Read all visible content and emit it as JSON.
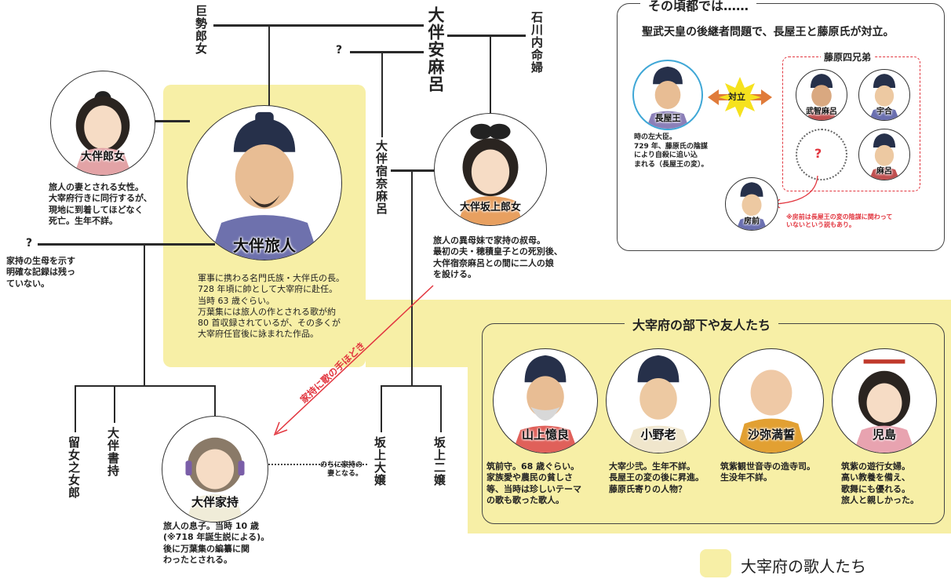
{
  "center": {
    "name": "大伴安麻呂"
  },
  "relatives": {
    "kose_wife": "巨勢郎女",
    "ishikawa": "石川内命婦",
    "unknown_left": "?",
    "unknown_top": "?",
    "unknown_mother": "?",
    "sukunamaro": "大伴宿奈麻呂",
    "rume": "留女之女郎",
    "kakimochi": "大伴書持",
    "ooiratsume": "坂上大嬢",
    "nino": "坂上二嬢",
    "marriage_note": "のちに家持の\n妻となる。"
  },
  "mother_note": "家持の生母を示す\n明確な記録は残っ\nていない。",
  "people": {
    "iratsume": {
      "name": "大伴郎女",
      "desc": "旅人の妻とされる女性。\n大宰府行きに同行するが、\n現地に到着してほどなく\n死亡。生年不詳。"
    },
    "tabito": {
      "name": "大伴旅人",
      "desc": "軍事に携わる名門氏族・大伴氏の長。\n728 年頃に帥として大宰府に赴任。\n当時 63 歳ぐらい。\n万葉集には旅人の作とされる歌が約\n80 首収録されているが、その多くが\n大宰府任官後に詠まれた作品。"
    },
    "sakanoue": {
      "name": "大伴坂上郎女",
      "desc": "旅人の異母妹で家持の叔母。\n最初の夫・穂積皇子との死別後、\n大伴宿奈麻呂との間に二人の娘\nを設ける。"
    },
    "yakamochi": {
      "name": "大伴家持",
      "desc": "旅人の息子。当時 10 歳\n(※718 年誕生説による)。\n後に万葉集の編纂に関\nわったとされる。"
    }
  },
  "arrow_label": "家持に歌の手ほどき",
  "era_panel": {
    "title": "その頃都では……",
    "subtitle": "聖武天皇の後継者問題で、長屋王と藤原氏が対立。",
    "nagaya": {
      "name": "長屋王",
      "desc": "時の左大臣。\n729 年、藤原氏の陰謀\nにより自殺に追い込\nまれる（長屋王の変）。"
    },
    "conflict": "対立",
    "group_title": "藤原四兄弟",
    "brothers": [
      "武智麻呂",
      "宇合",
      "麻呂"
    ],
    "unknown": "?",
    "fusasaki": "房前",
    "note": "※房前は長屋王の変の陰謀に関わって\nいないという説もあり。"
  },
  "dazaifu_panel": {
    "title": "大宰府の部下や友人たち",
    "members": [
      {
        "name": "山上憶良",
        "desc": "筑前守。68 歳ぐらい。\n家族愛や農民の貧しさ\n等、当時は珍しいテーマ\nの歌も歌った歌人。"
      },
      {
        "name": "小野老",
        "desc": "大宰少弐。生年不詳。\n長屋王の変の後に昇進。\n藤原氏寄りの人物？"
      },
      {
        "name": "沙弥満誓",
        "desc": "筑紫観世音寺の造寺司。\n生没年不詳。"
      },
      {
        "name": "児島",
        "desc": "筑紫の遊行女婦。\n高い教養を備え、\n歌舞にも優れる。\n旅人と親しかった。"
      }
    ]
  },
  "legend": {
    "label": "大宰府の歌人たち"
  },
  "colors": {
    "highlight": "#f7efa6",
    "accent_red": "#e2363f",
    "line": "#2a2a2a"
  }
}
